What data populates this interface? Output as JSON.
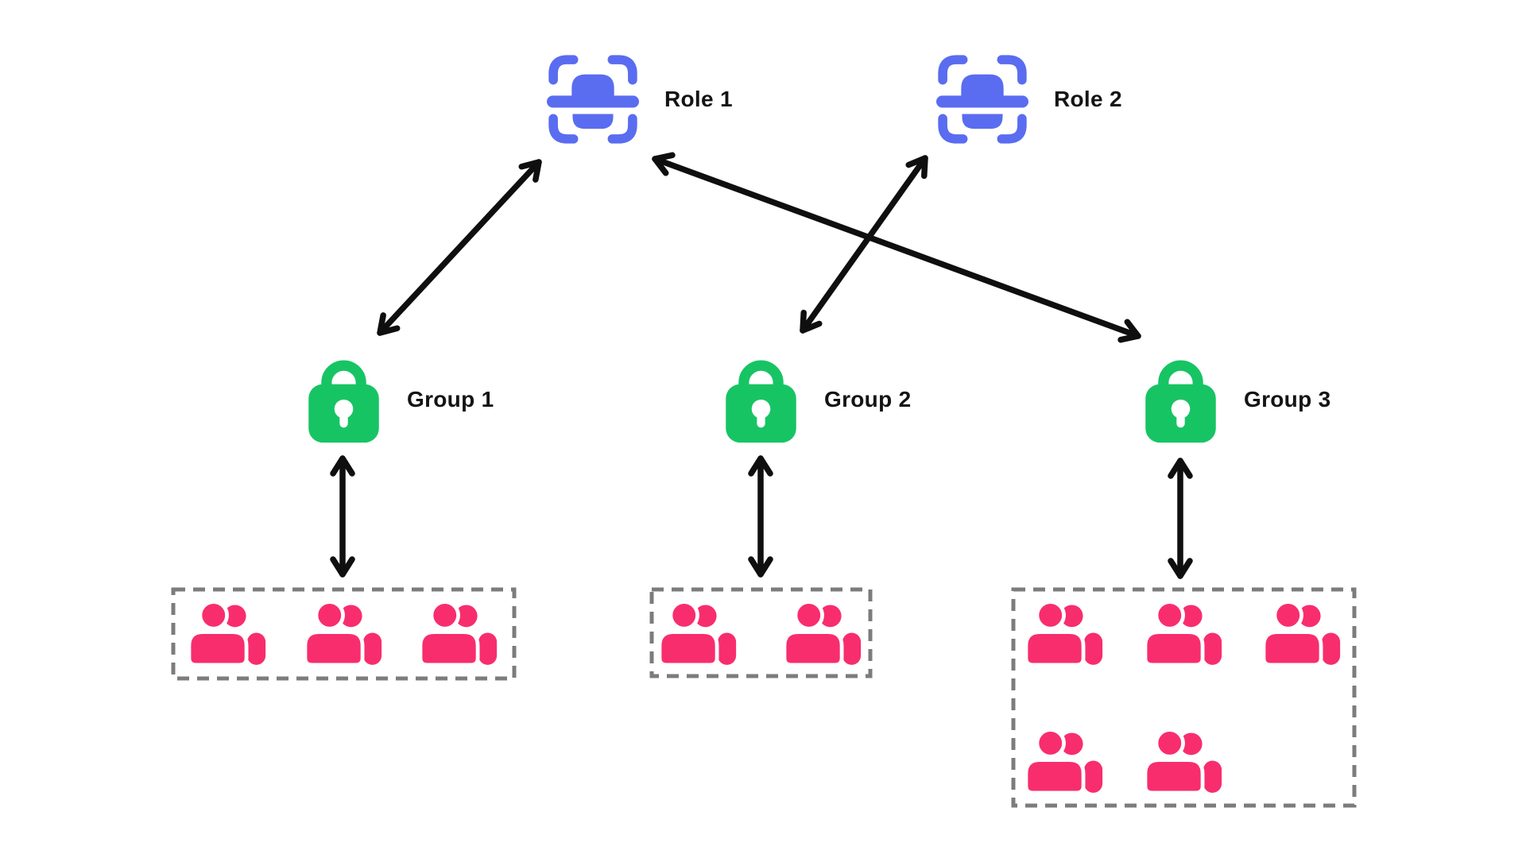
{
  "diagram": {
    "type": "access-control-diagram",
    "background": "#ffffff"
  },
  "roles": [
    {
      "id": "role-1",
      "label": "Role 1",
      "icon": "id-scan-badge-icon"
    },
    {
      "id": "role-2",
      "label": "Role 2",
      "icon": "id-scan-badge-icon"
    }
  ],
  "groups": [
    {
      "id": "group-1",
      "label": "Group 1",
      "icon": "padlock-icon",
      "user_count": 3
    },
    {
      "id": "group-2",
      "label": "Group 2",
      "icon": "padlock-icon",
      "user_count": 2
    },
    {
      "id": "group-3",
      "label": "Group 3",
      "icon": "padlock-icon",
      "user_count": 5
    }
  ],
  "connections": [
    {
      "from": "Role 1",
      "to": "Group 1",
      "style": "bidirectional-arrow"
    },
    {
      "from": "Role 1",
      "to": "Group 3",
      "style": "bidirectional-arrow"
    },
    {
      "from": "Role 2",
      "to": "Group 2",
      "style": "bidirectional-arrow"
    },
    {
      "from": "Group 1",
      "to": "Group 1 users",
      "style": "bidirectional-arrow"
    },
    {
      "from": "Group 2",
      "to": "Group 2 users",
      "style": "bidirectional-arrow"
    },
    {
      "from": "Group 3",
      "to": "Group 3 users",
      "style": "bidirectional-arrow"
    }
  ],
  "colors": {
    "role_blue": "#5a6cf0",
    "group_green": "#17c464",
    "user_pink": "#f82d6e",
    "arrow_black": "#0f0f0f",
    "box_border_gray": "#7c7c7c",
    "label_text": "#141414",
    "background": "#ffffff"
  }
}
